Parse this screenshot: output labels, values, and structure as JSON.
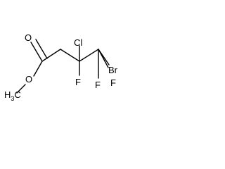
{
  "molecule": {
    "labels": {
      "carbonyl_oxygen": "O",
      "ester_oxygen": "O",
      "methyl": "H",
      "methyl_subscript": "3",
      "methyl_carbon": "C",
      "chlorine": "Cl",
      "fluorine_c4": "F",
      "bromine": "Br",
      "fluorine_c5_right": "F",
      "fluorine_c5_bottom": "F"
    }
  }
}
